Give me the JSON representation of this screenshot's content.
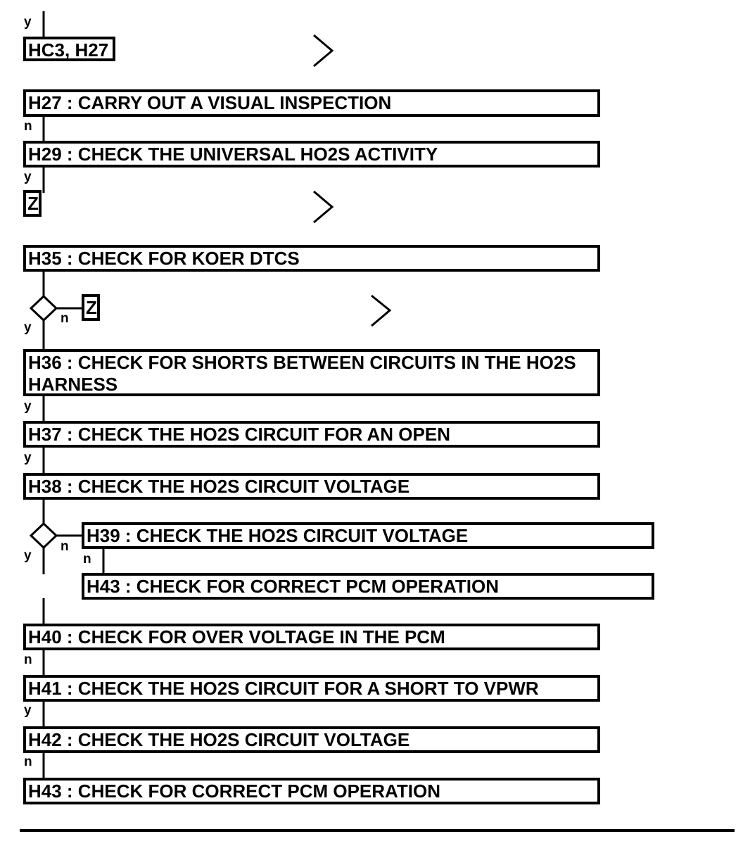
{
  "steps": {
    "hc3_h27": "HC3, H27",
    "h27": "H27 : CARRY OUT A VISUAL INSPECTION",
    "h29": "H29 : CHECK THE UNIVERSAL HO2S ACTIVITY",
    "z1": "Z",
    "h35": "H35 : CHECK FOR KOER DTCS",
    "z2": "Z",
    "h36": "H36 : CHECK FOR SHORTS BETWEEN CIRCUITS IN THE HO2S HARNESS",
    "h37": "H37 : CHECK THE HO2S CIRCUIT FOR AN OPEN",
    "h38": "H38 : CHECK THE HO2S CIRCUIT VOLTAGE",
    "h39": "H39 : CHECK THE HO2S CIRCUIT VOLTAGE",
    "h43_branch": "H43 : CHECK FOR CORRECT PCM OPERATION",
    "h40": "H40 : CHECK FOR OVER VOLTAGE IN THE PCM",
    "h41": "H41 : CHECK THE HO2S CIRCUIT FOR A SHORT TO VPWR",
    "h42": "H42 : CHECK THE HO2S CIRCUIT VOLTAGE",
    "h43": "H43 : CHECK FOR CORRECT PCM OPERATION"
  },
  "labels": {
    "top_y": "y",
    "after_h27": "n",
    "after_h29": "y",
    "d1_yes": "y",
    "d1_no": "n",
    "after_h36": "y",
    "after_h37": "y",
    "d2_yes": "y",
    "d2_no": "n",
    "after_h39": "n",
    "after_h40": "n",
    "after_h41": "y",
    "after_h42": "n"
  }
}
